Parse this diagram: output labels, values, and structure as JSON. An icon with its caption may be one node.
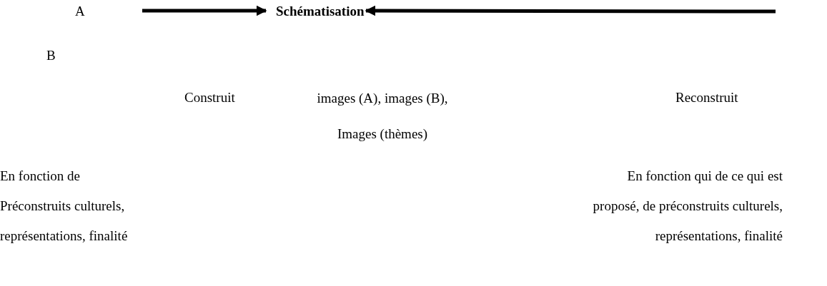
{
  "diagram": {
    "nodes": [
      {
        "text": [
          "A"
        ]
      },
      {
        "text": [
          "Schématisation"
        ]
      }
    ],
    "edges": [
      {
        "from": 0,
        "to": 1,
        "arrow": "to"
      },
      {
        "from": null,
        "to": 1,
        "arrow": "to"
      }
    ],
    "labels": [
      "B",
      "Construit",
      "images (A), images (B), Images (thèmes)",
      "Reconstruit",
      "En fonction de Préconstruits culturels, représentations, finalité",
      "En fonction qui de ce qui est proposé, de préconstruits culturels, représentations, finalité"
    ]
  }
}
